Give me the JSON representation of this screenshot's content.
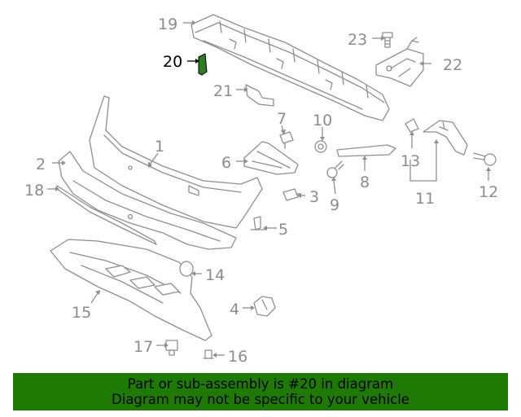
{
  "diagram": {
    "highlighted_part": "20",
    "callouts": [
      {
        "id": "1",
        "label": "1"
      },
      {
        "id": "2",
        "label": "2"
      },
      {
        "id": "3",
        "label": "3"
      },
      {
        "id": "4",
        "label": "4"
      },
      {
        "id": "5",
        "label": "5"
      },
      {
        "id": "6",
        "label": "6"
      },
      {
        "id": "7",
        "label": "7"
      },
      {
        "id": "8",
        "label": "8"
      },
      {
        "id": "9",
        "label": "9"
      },
      {
        "id": "10",
        "label": "10"
      },
      {
        "id": "11",
        "label": "11"
      },
      {
        "id": "12",
        "label": "12"
      },
      {
        "id": "13",
        "label": "13"
      },
      {
        "id": "14",
        "label": "14"
      },
      {
        "id": "15",
        "label": "15"
      },
      {
        "id": "16",
        "label": "16"
      },
      {
        "id": "17",
        "label": "17"
      },
      {
        "id": "18",
        "label": "18"
      },
      {
        "id": "19",
        "label": "19"
      },
      {
        "id": "20",
        "label": "20"
      },
      {
        "id": "21",
        "label": "21"
      },
      {
        "id": "22",
        "label": "22"
      },
      {
        "id": "23",
        "label": "23"
      }
    ],
    "colors": {
      "highlight_part": "#2e7d22",
      "line": "#8f8f8f",
      "label": "#8c8c8c",
      "banner": "#1f7a05"
    }
  },
  "banner": {
    "line1": "Part or sub-assembly is #20 in diagram",
    "line2": "Diagram may not be specific to your vehicle"
  }
}
